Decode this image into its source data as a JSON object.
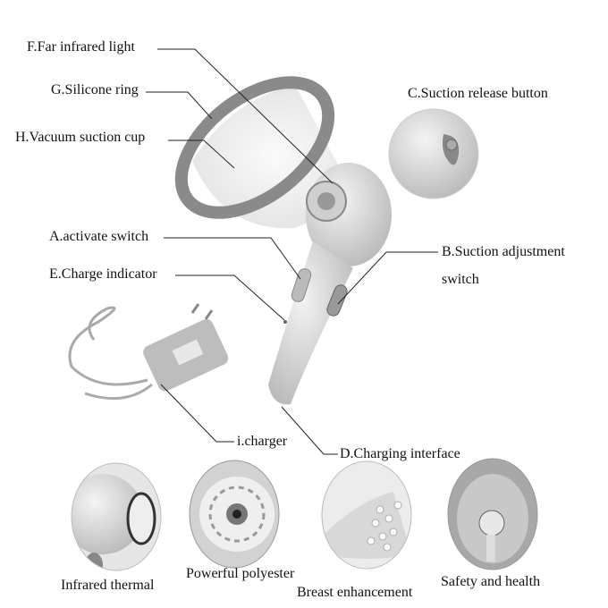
{
  "labels": {
    "f": "F.Far infrared light",
    "g": "G.Silicone ring",
    "h": "H.Vacuum suction cup",
    "c": "C.Suction release button",
    "a": "A.activate switch",
    "e": "E.Charge indicator",
    "b1": "B.Suction adjustment",
    "b2": "switch",
    "i": "i.charger",
    "d": "D.Charging interface"
  },
  "features": [
    {
      "label": "Infrared thermal"
    },
    {
      "label": "Powerful polyester"
    },
    {
      "label": "Breast enhancement"
    },
    {
      "label": "Safety and health"
    }
  ],
  "colors": {
    "device": "#d9d9d9",
    "ring": "#8a8a8a",
    "line": "#222222"
  }
}
